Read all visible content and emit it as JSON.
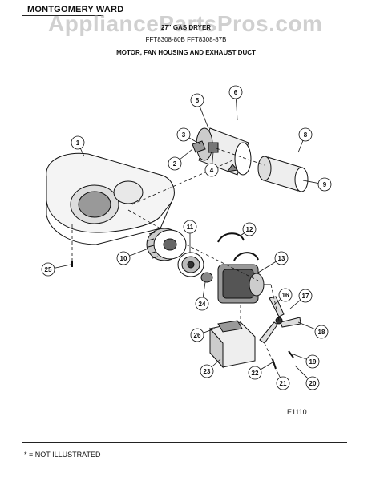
{
  "header": {
    "brand": "MONTGOMERY WARD",
    "watermark": "AppliancePartsPros.com",
    "title": "27\" GAS DRYER",
    "models": "FFT8308-80B  FFT8308-87B",
    "subtitle": "MOTOR, FAN HOUSING AND EXHAUST DUCT"
  },
  "diagram": {
    "callouts": [
      "1",
      "2",
      "3",
      "4",
      "5",
      "6",
      "8",
      "9",
      "10",
      "11",
      "12",
      "13",
      "16",
      "17",
      "18",
      "19",
      "20",
      "21",
      "22",
      "23",
      "24",
      "25",
      "26"
    ],
    "code": "E1110"
  },
  "footer": {
    "note": "* = NOT ILLUSTRATED"
  },
  "colors": {
    "ink": "#111111",
    "watermark": "#aaaaaa"
  }
}
